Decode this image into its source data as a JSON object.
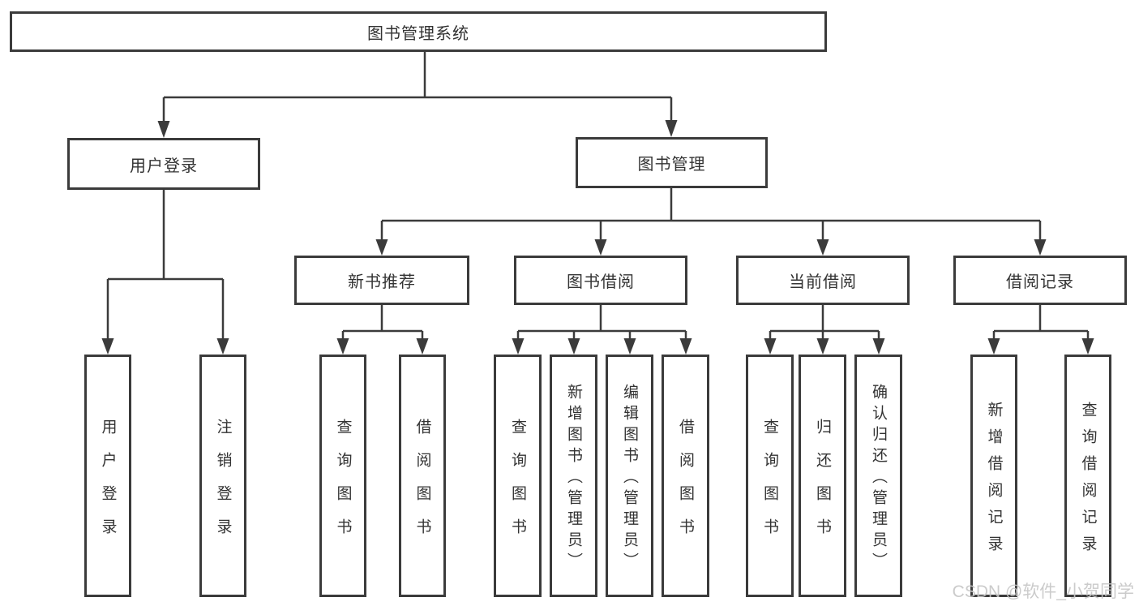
{
  "title": "图书管理系统",
  "watermark": "CSDN @软件_小贺同学",
  "colors": {
    "line": "#3b3b3b",
    "box_border": "#3b3b3b",
    "text": "#333333",
    "watermark_text": "#c6c6c6",
    "background": "#ffffff"
  },
  "nodes": {
    "root": {
      "label": "图书管理系统"
    },
    "level2": {
      "user_login": {
        "label": "用户登录"
      },
      "book_management": {
        "label": "图书管理"
      }
    },
    "level3": {
      "new_book_recommend": {
        "label": "新书推荐"
      },
      "book_borrow": {
        "label": "图书借阅"
      },
      "current_borrow": {
        "label": "当前借阅"
      },
      "borrow_record": {
        "label": "借阅记录"
      }
    },
    "leaves": {
      "user_login": {
        "label": "用户登录",
        "parent": "用户登录"
      },
      "logout": {
        "label": "注销登录",
        "parent": "用户登录"
      },
      "rec_query_book": {
        "label": "查询图书",
        "parent": "新书推荐"
      },
      "rec_borrow_book": {
        "label": "借阅图书",
        "parent": "新书推荐"
      },
      "bb_query_book": {
        "label": "查询图书",
        "parent": "图书借阅"
      },
      "bb_add_book_admin": {
        "label": "新增图书（管理员）",
        "parent": "图书借阅"
      },
      "bb_edit_book_admin": {
        "label": "编辑图书（管理员）",
        "parent": "图书借阅"
      },
      "bb_borrow_book": {
        "label": "借阅图书",
        "parent": "图书借阅"
      },
      "cb_query_book": {
        "label": "查询图书",
        "parent": "当前借阅"
      },
      "cb_return_book": {
        "label": "归还图书",
        "parent": "当前借阅"
      },
      "cb_confirm_return_admin": {
        "label": "确认归还（管理员）",
        "parent": "当前借阅"
      },
      "br_add_record": {
        "label": "新增借阅记录",
        "parent": "借阅记录"
      },
      "br_query_record": {
        "label": "查询借阅记录",
        "parent": "借阅记录"
      }
    }
  }
}
